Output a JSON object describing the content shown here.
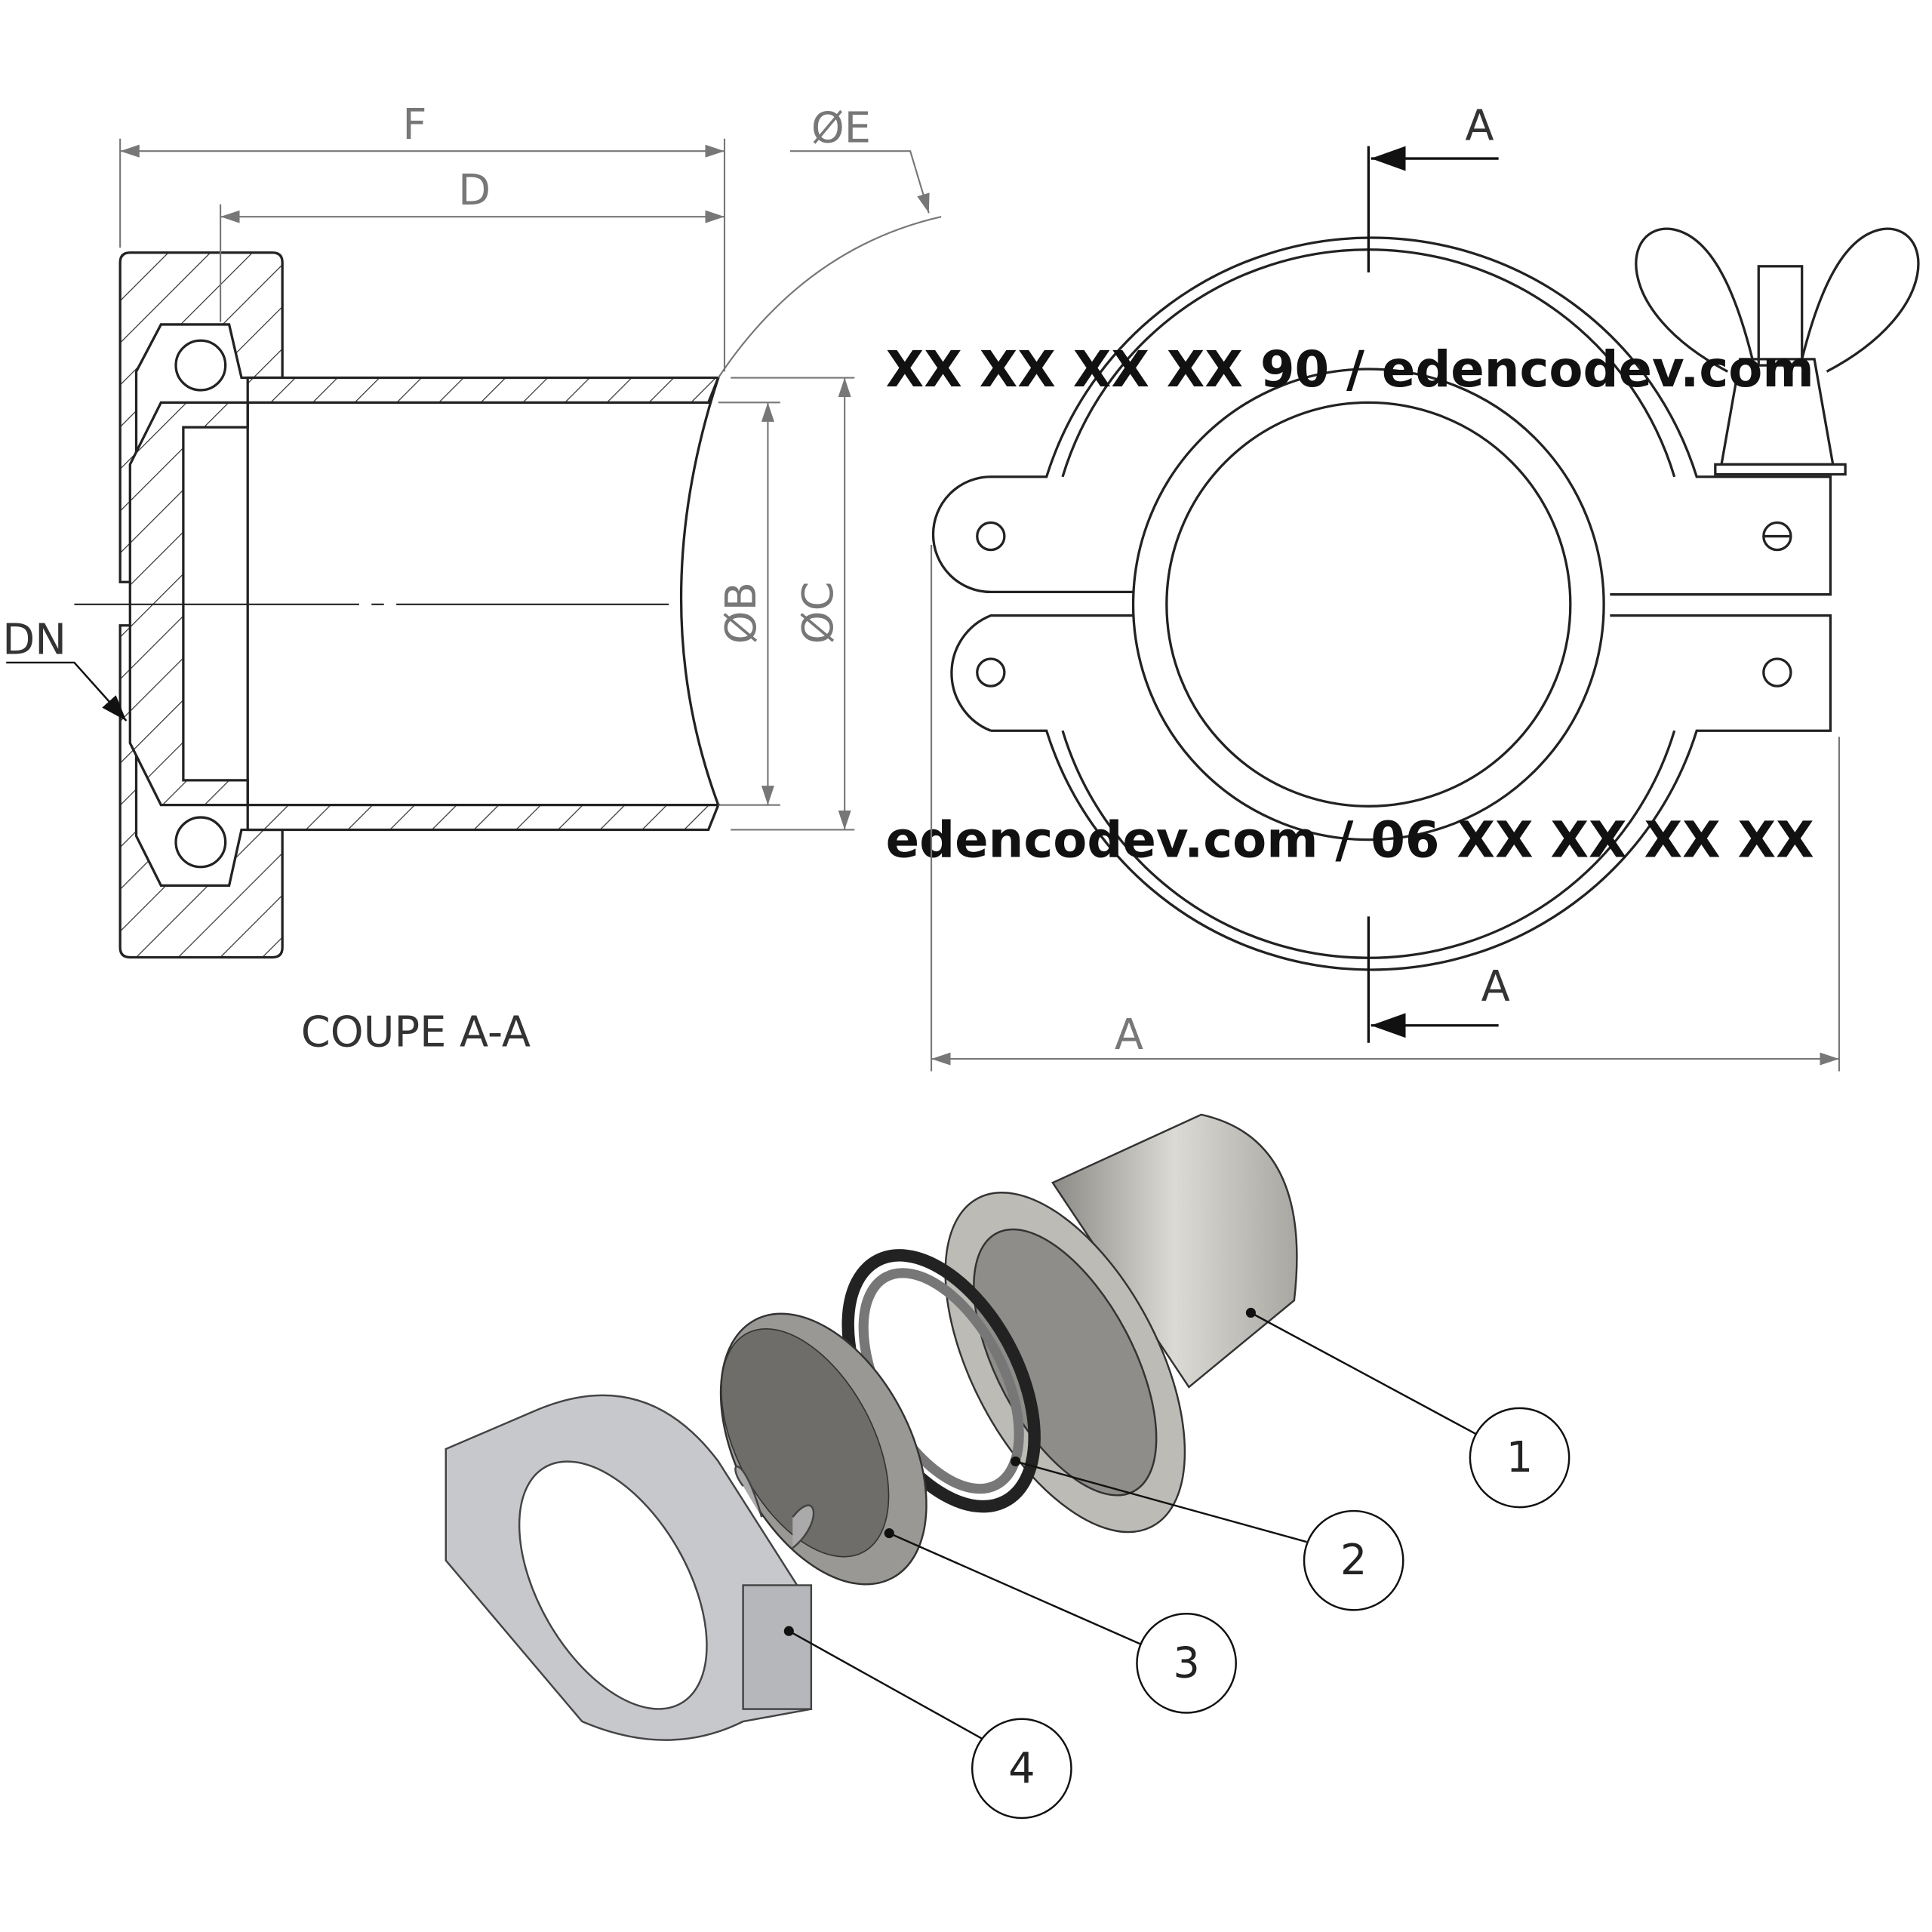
{
  "section_view": {
    "title": "COUPE A-A",
    "dims": {
      "F": "F",
      "D": "D",
      "E": "ØE",
      "B": "ØB",
      "C": "ØC",
      "DN": "DN"
    }
  },
  "front_view": {
    "section_marker_top": "A",
    "section_marker_bottom": "A",
    "dim_A": "A",
    "engraving_top": "XX XX XX XX 90 / edencodev.com",
    "engraving_bottom": "edencodev.com / 06 XX XX XX XX"
  },
  "exploded_view": {
    "balloons": [
      "1",
      "2",
      "3",
      "4"
    ]
  },
  "colors": {
    "line": "#222222",
    "dim": "#777777",
    "part": "#c9c7c2"
  }
}
